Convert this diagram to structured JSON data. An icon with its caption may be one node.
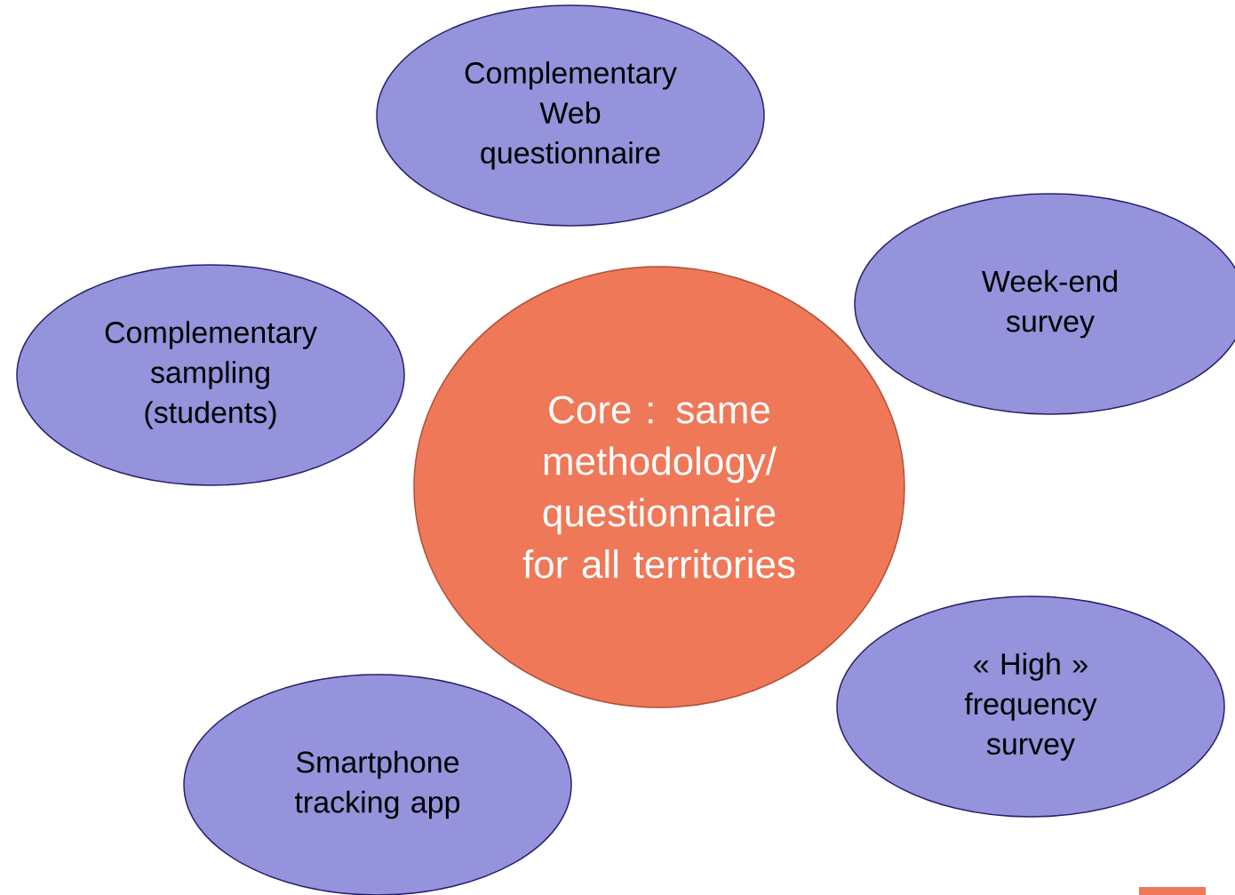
{
  "diagram": {
    "nodes": [
      {
        "text": [
          "Complementary Web questionnaire"
        ]
      },
      {
        "text": [
          "Week-end survey"
        ]
      },
      {
        "text": [
          "Complementary sampling (students)"
        ]
      },
      {
        "text": [
          "Core : same methodology/ questionnaire for all territories"
        ]
      },
      {
        "text": [
          "« High » frequency survey"
        ]
      },
      {
        "text": [
          "Smartphone tracking app"
        ]
      }
    ]
  }
}
